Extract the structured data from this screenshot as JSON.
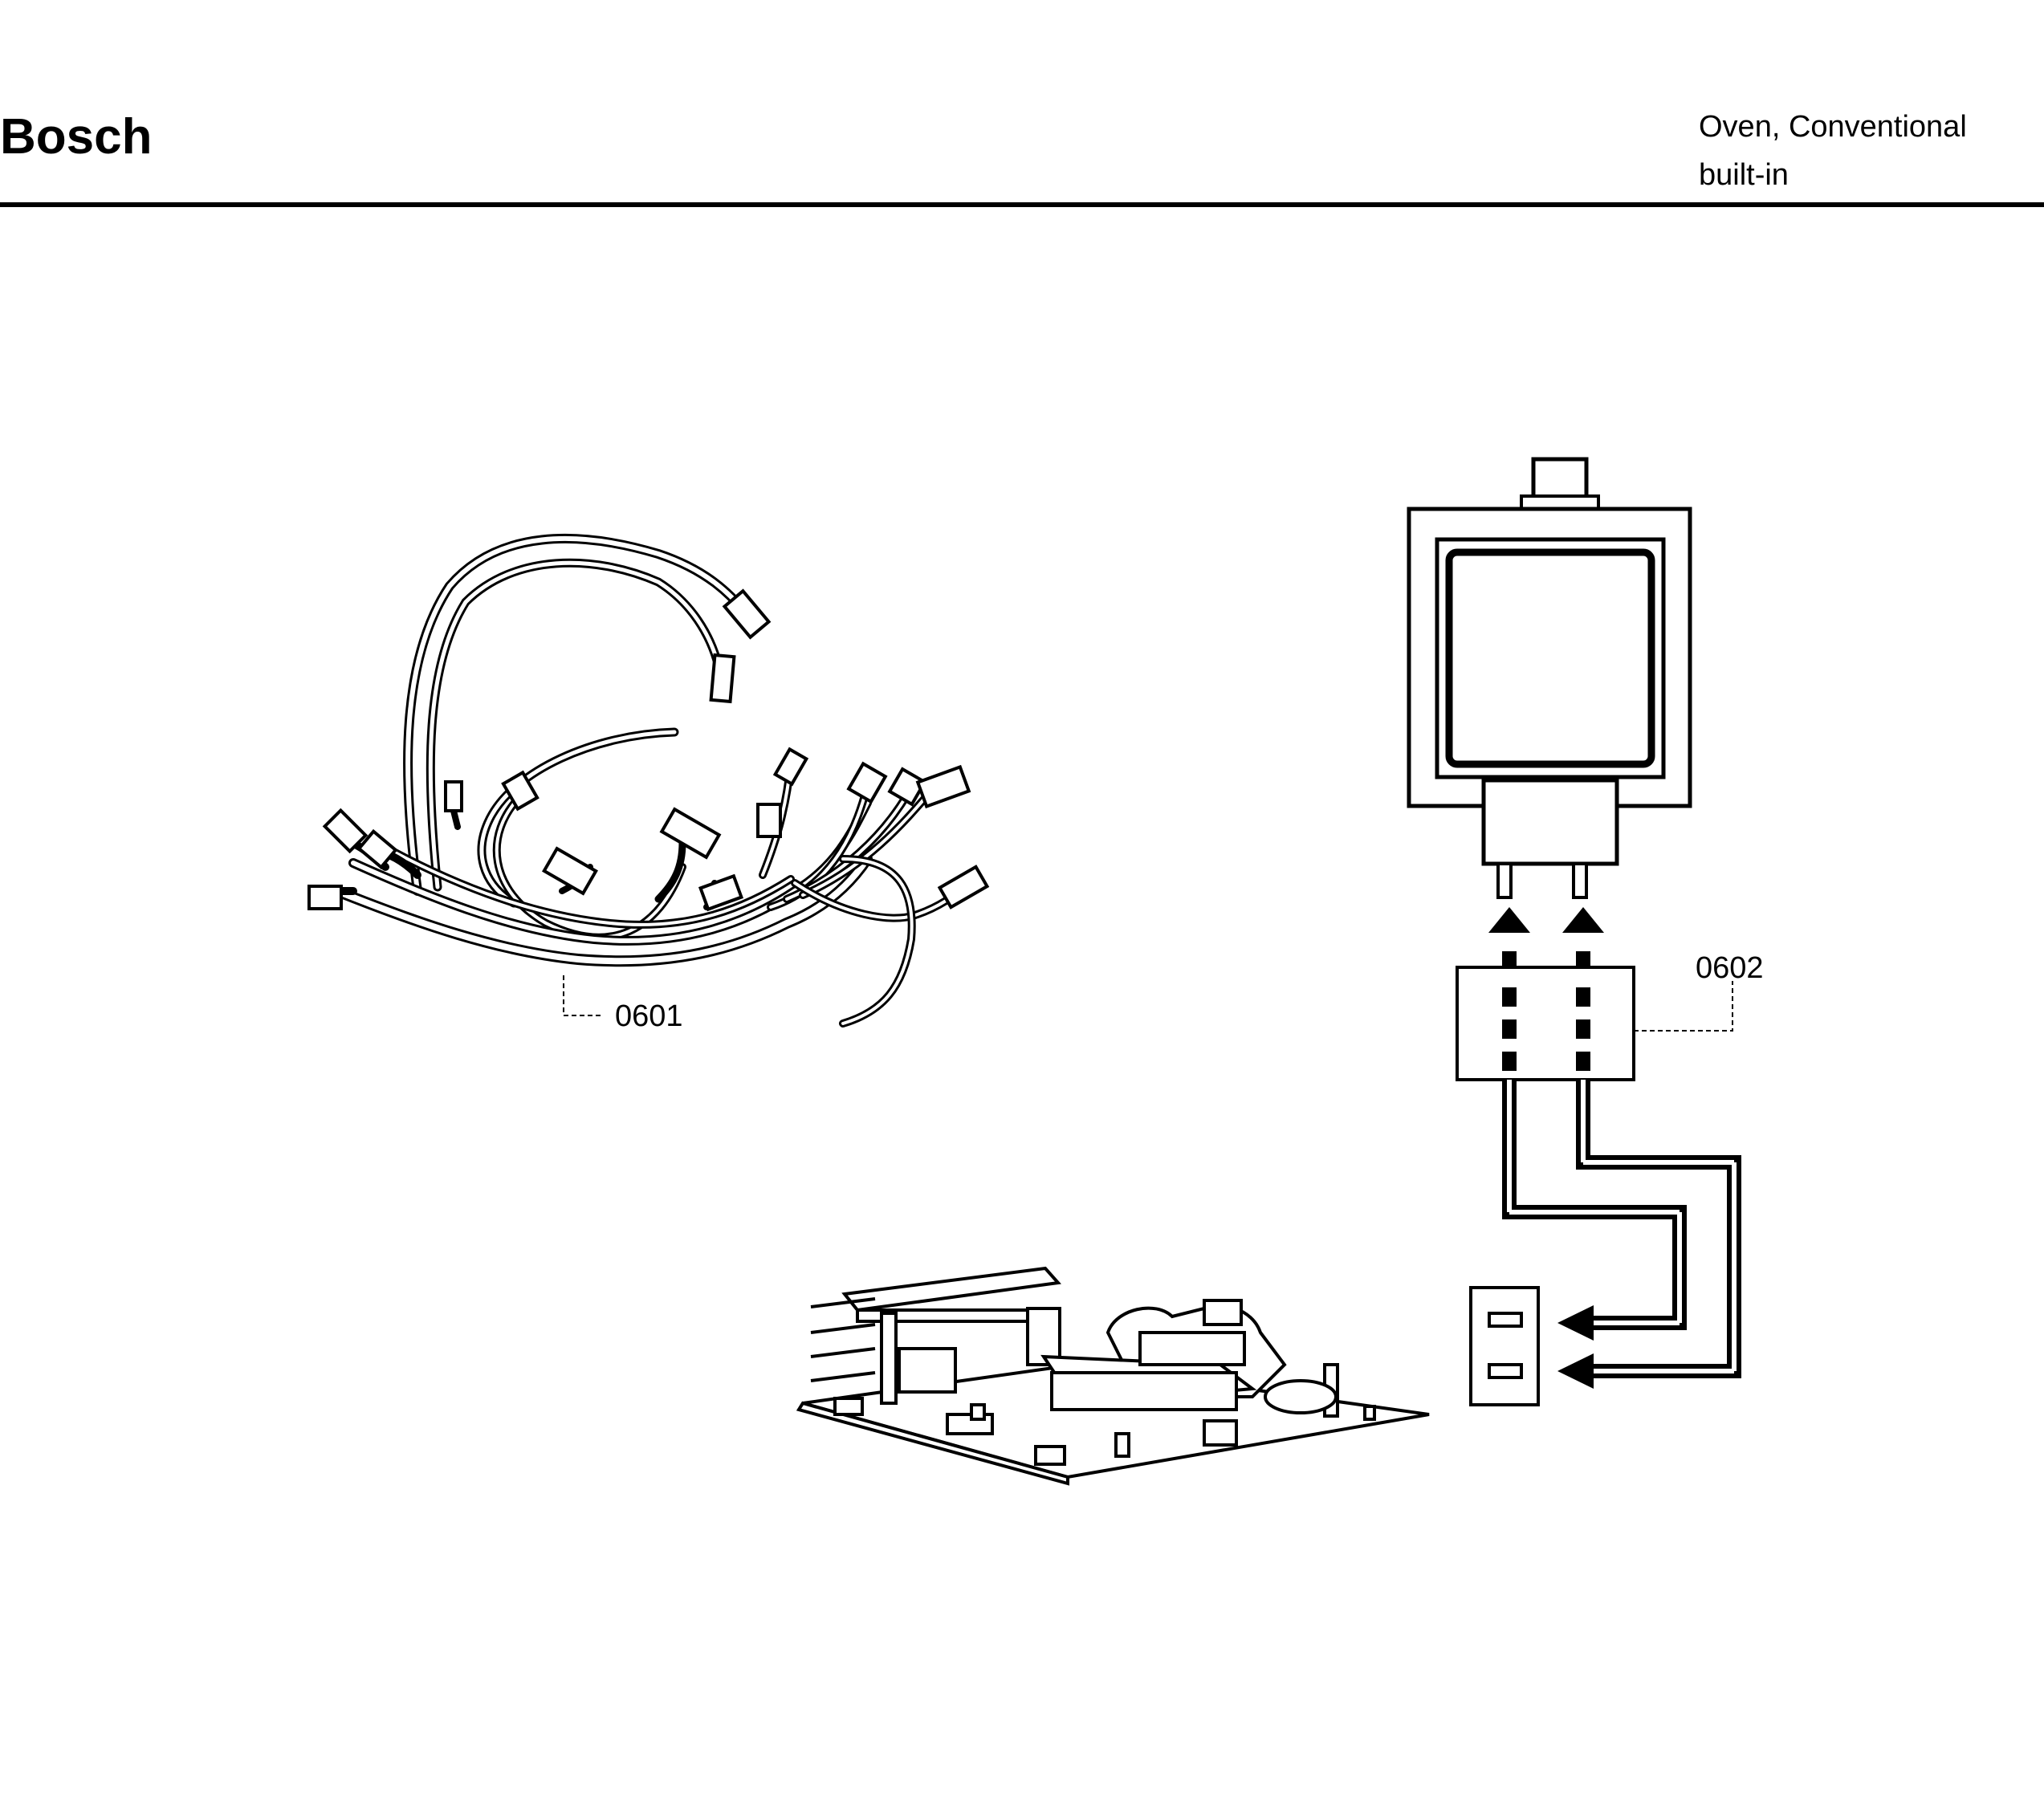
{
  "header": {
    "brand": "Bosch",
    "product_line1": "Oven, Conventional",
    "product_line2": "built-in"
  },
  "parts": {
    "wire_harness_label": "0601",
    "adapter_label": "0602"
  }
}
